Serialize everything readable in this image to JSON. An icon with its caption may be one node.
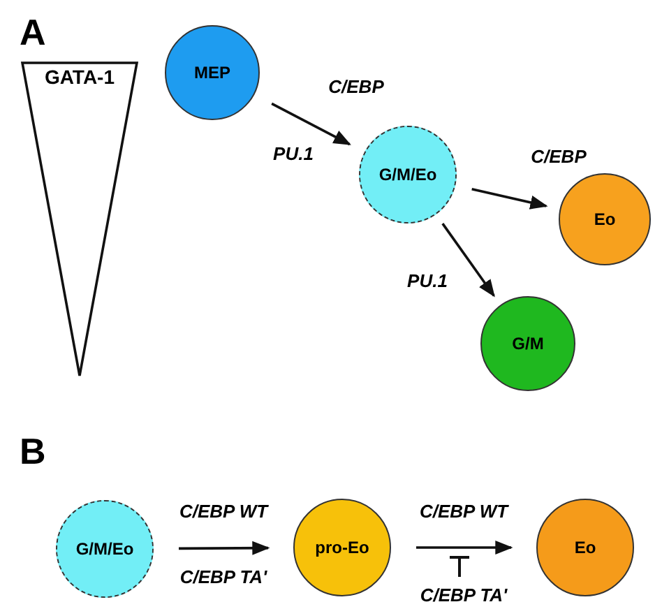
{
  "diagram": {
    "nodes": [
      {
        "text": [
          "GATA-1"
        ]
      },
      {
        "text": [
          "MEP"
        ]
      },
      {
        "text": [
          "G/M/Eo"
        ]
      },
      {
        "text": [
          "Eo"
        ]
      },
      {
        "text": [
          "G/M"
        ]
      },
      {
        "text": [
          "G/M/Eo"
        ]
      },
      {
        "text": [
          "pro-Eo"
        ]
      },
      {
        "text": [
          "Eo"
        ]
      }
    ],
    "edges": [
      {
        "from": 1,
        "to": 2,
        "arrow": "to",
        "label": "C/EBP"
      },
      {
        "from": 2,
        "to": 3,
        "arrow": "to",
        "label": "C/EBP"
      },
      {
        "from": 2,
        "to": 4,
        "arrow": "to"
      },
      {
        "from": 5,
        "to": 6,
        "arrow": "to",
        "label": "C/EBP WT"
      },
      {
        "from": 6,
        "to": 7,
        "arrow": "to",
        "label": "C/EBP WT"
      }
    ],
    "labels": [
      "A",
      "PU.1",
      "PU.1",
      "B",
      "C/EBP TA'",
      "C/EBP TA'"
    ]
  }
}
